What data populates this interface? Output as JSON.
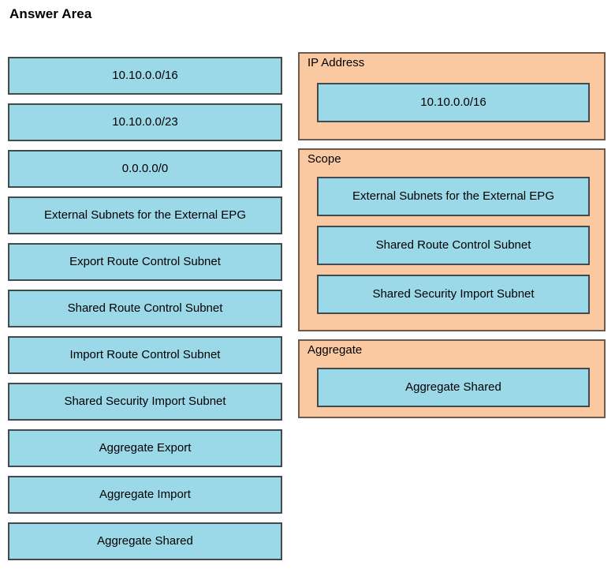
{
  "page": {
    "title": "Answer Area"
  },
  "source_list": {
    "name": "draggable-options",
    "items": [
      {
        "label": "10.10.0.0/16"
      },
      {
        "label": "10.10.0.0/23"
      },
      {
        "label": "0.0.0.0/0"
      },
      {
        "label": "External Subnets for the External EPG"
      },
      {
        "label": "Export Route Control Subnet"
      },
      {
        "label": "Shared Route Control Subnet"
      },
      {
        "label": "Import Route Control Subnet"
      },
      {
        "label": "Shared Security Import Subnet"
      },
      {
        "label": "Aggregate Export"
      },
      {
        "label": "Aggregate Import"
      },
      {
        "label": "Aggregate Shared"
      }
    ]
  },
  "panels": [
    {
      "label": "IP Address",
      "tiles": [
        {
          "label": "10.10.0.0/16"
        }
      ]
    },
    {
      "label": "Scope",
      "tiles": [
        {
          "label": "Shared Route Control Subnet"
        },
        {
          "label": "Shared Security Import Subnet"
        },
        {
          "label": "External Subnets for the External EPG"
        }
      ]
    },
    {
      "label": "Aggregate",
      "tiles": [
        {
          "label": "Aggregate Shared"
        }
      ]
    }
  ],
  "colors": {
    "tile_fill": "#9bd9e8",
    "tile_border": "#414a4c",
    "panel_fill": "#fac9a2",
    "panel_border": "#6b5a4e",
    "background": "#ffffff",
    "text": "#000000"
  }
}
